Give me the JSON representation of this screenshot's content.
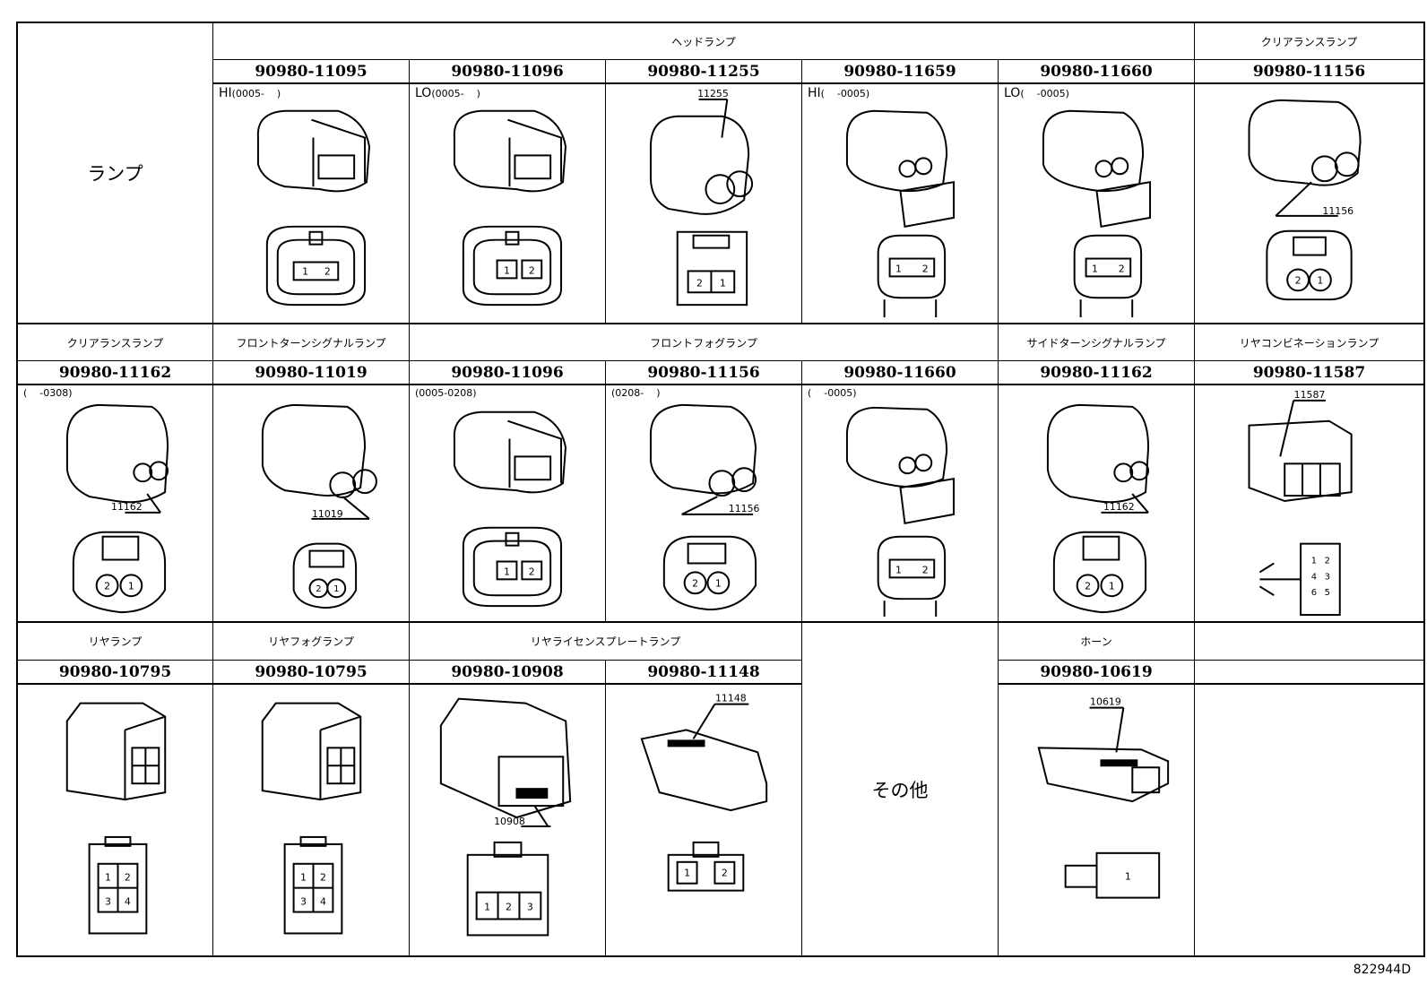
{
  "row1": {
    "left_label": "ランプ",
    "groups": [
      {
        "label": "ヘッドランプ"
      },
      {
        "label": "クリアランスランプ"
      }
    ],
    "cells": [
      {
        "part": "90980-11095",
        "note": "HI",
        "note_range": "(0005-    )",
        "pins": [
          "1",
          "2"
        ]
      },
      {
        "part": "90980-11096",
        "note": "LO",
        "note_range": "(0005-    )",
        "pins": [
          "1",
          "2"
        ]
      },
      {
        "part": "90980-11255",
        "callout": "11255",
        "pins": [
          "2",
          "1"
        ]
      },
      {
        "part": "90980-11659",
        "note": "HI",
        "note_range": "(    -0005)",
        "pins": [
          "1",
          "2"
        ]
      },
      {
        "part": "90980-11660",
        "note": "LO",
        "note_range": "(    -0005)",
        "pins": [
          "1",
          "2"
        ]
      },
      {
        "part": "90980-11156",
        "callout": "11156",
        "pins": [
          "2",
          "1"
        ]
      }
    ]
  },
  "row2": {
    "groups": [
      {
        "label": "クリアランスランプ"
      },
      {
        "label": "フロントターンシグナルランプ"
      },
      {
        "label": "フロントフォグランプ"
      },
      {
        "label": "サイドターンシグナルランプ"
      },
      {
        "label": "リヤコンビネーションランプ"
      }
    ],
    "cells": [
      {
        "part": "90980-11162",
        "note_range": "(    -0308)",
        "callout": "11162",
        "pins": [
          "2",
          "1"
        ]
      },
      {
        "part": "90980-11019",
        "callout": "11019",
        "pins": [
          "2",
          "1"
        ]
      },
      {
        "part": "90980-11096",
        "note_range": "(0005-0208)",
        "pins": [
          "1",
          "2"
        ]
      },
      {
        "part": "90980-11156",
        "note_range": "(0208-    )",
        "callout": "11156",
        "pins": [
          "2",
          "1"
        ]
      },
      {
        "part": "90980-11660",
        "note_range": "(    -0005)",
        "pins": [
          "1",
          "2"
        ]
      },
      {
        "part": "90980-11162",
        "callout": "11162",
        "pins": [
          "2",
          "1"
        ]
      },
      {
        "part": "90980-11587",
        "callout": "11587",
        "pins": [
          "1",
          "2",
          "4",
          "3",
          "6",
          "5"
        ]
      }
    ]
  },
  "row3": {
    "groups": [
      {
        "label": "リヤランプ"
      },
      {
        "label": "リヤフォグランプ"
      },
      {
        "label": "リヤライセンスプレートランプ"
      },
      {
        "label": "ホーン"
      }
    ],
    "other_label": "その他",
    "cells": [
      {
        "part": "90980-10795",
        "pins": [
          "1",
          "2",
          "3",
          "4"
        ]
      },
      {
        "part": "90980-10795",
        "pins": [
          "1",
          "2",
          "3",
          "4"
        ]
      },
      {
        "part": "90980-10908",
        "callout": "10908",
        "pins": [
          "1",
          "2",
          "3"
        ]
      },
      {
        "part": "90980-11148",
        "callout": "11148",
        "pins": [
          "1",
          "2"
        ]
      },
      {
        "part": "90980-10619",
        "callout": "10619",
        "pins": [
          "1"
        ]
      }
    ]
  },
  "footer": "822944D"
}
